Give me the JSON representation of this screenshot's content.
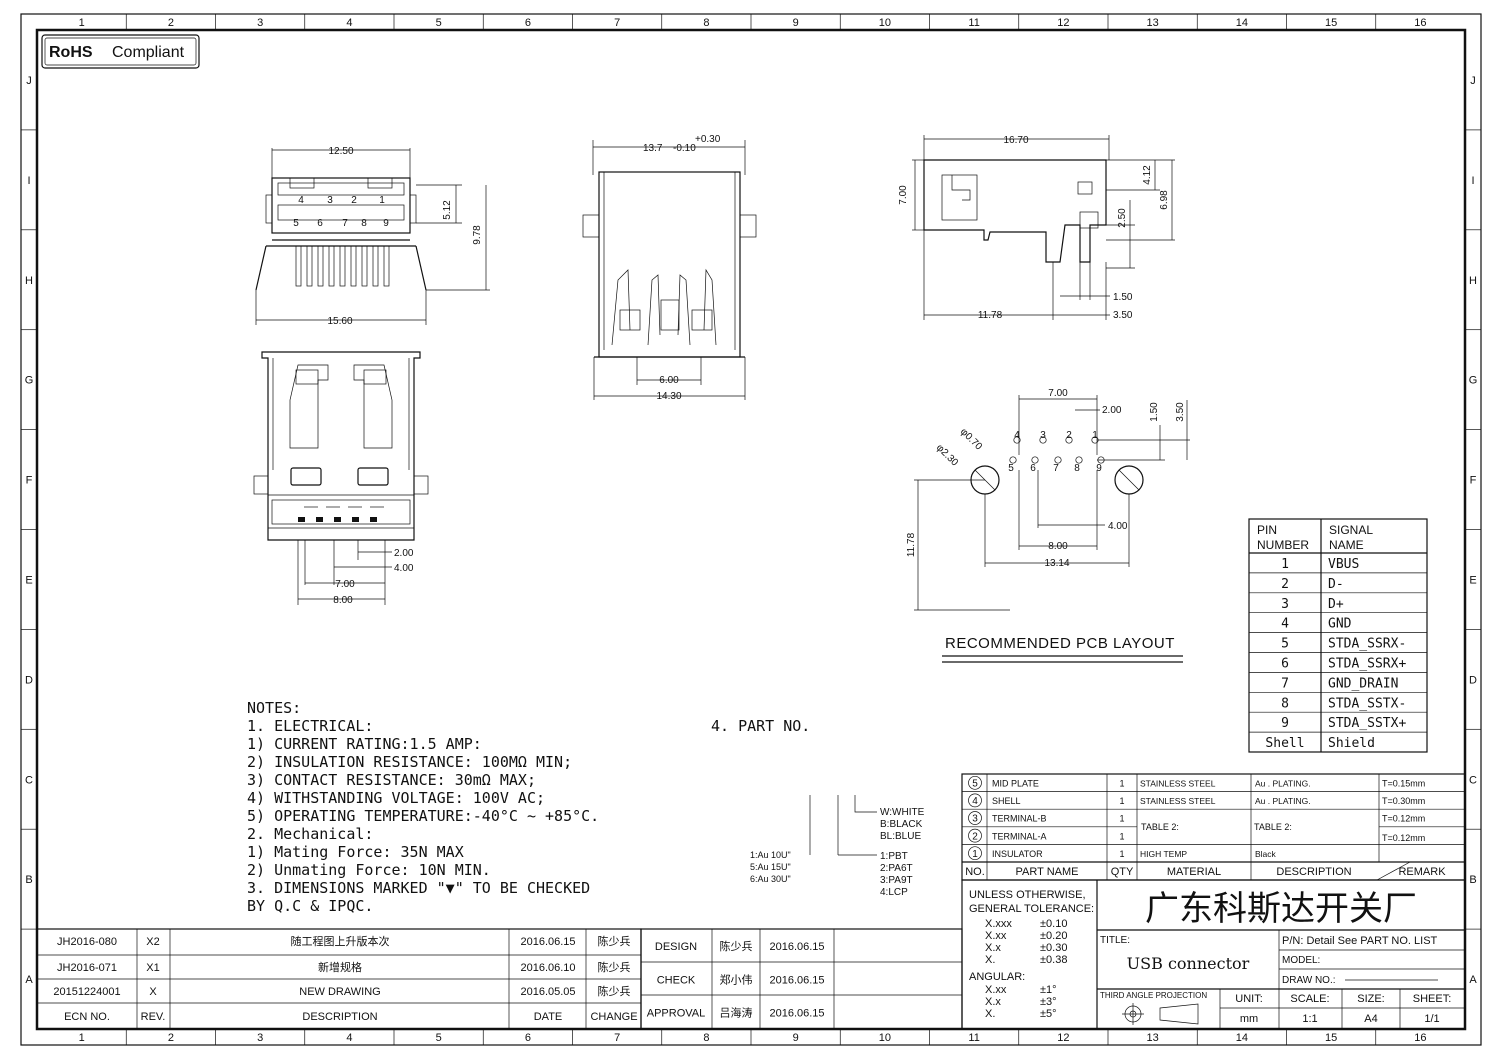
{
  "badge": "RoHS Compliant",
  "badge_bold": "RoHS",
  "badge_rest": "Compliant",
  "grid": {
    "cols": [
      "1",
      "2",
      "3",
      "4",
      "5",
      "6",
      "7",
      "8",
      "9",
      "10",
      "11",
      "12",
      "13",
      "14",
      "15",
      "16"
    ],
    "rows": [
      "J",
      "I",
      "H",
      "G",
      "F",
      "E",
      "D",
      "C",
      "B",
      "A"
    ]
  },
  "dims": {
    "front_top": "12.50",
    "front_h1": "5.12",
    "front_h2": "9.78",
    "front_w": "15.60",
    "front_pins_top": [
      "4",
      "3",
      "2",
      "1"
    ],
    "front_pins_bot": [
      "5",
      "6",
      "7",
      "8",
      "9"
    ],
    "side_tol_plus": "+0.30",
    "side_w": "13.7",
    "side_tol_minus": "-0.10",
    "side_inner": "6.00",
    "side_w2": "14.30",
    "right_w": "16.70",
    "right_h1": "7.00",
    "right_h2": "4.12",
    "right_h3": "6.98",
    "right_h4": "2.50",
    "right_d1": "1.50",
    "right_d2": "11.78",
    "right_d3": "3.50",
    "bot_d1": "2.00",
    "bot_d2": "4.00",
    "bot_d3": "7.00",
    "bot_d4": "8.00"
  },
  "pcb": {
    "title": "RECOMMENDED PCB LAYOUT",
    "d_top": "7.00",
    "d_200": "2.00",
    "d_150": "1.50",
    "d_350": "3.50",
    "phi070": "φ0.70",
    "phi230": "φ2.30",
    "pins_top": [
      "4",
      "3",
      "2",
      "1"
    ],
    "pins_bot": [
      "5",
      "6",
      "7",
      "8",
      "9"
    ],
    "d_400": "4.00",
    "d_800": "8.00",
    "d_1314": "13.14",
    "d_1178": "11.78"
  },
  "pin_table": {
    "h1a": "PIN",
    "h1b": "NUMBER",
    "h2a": "SIGNAL",
    "h2b": "NAME",
    "rows": [
      [
        "1",
        "VBUS"
      ],
      [
        "2",
        "D-"
      ],
      [
        "3",
        "D+"
      ],
      [
        "4",
        "GND"
      ],
      [
        "5",
        "STDA_SSRX-"
      ],
      [
        "6",
        "STDA_SSRX+"
      ],
      [
        "7",
        "GND_DRAIN"
      ],
      [
        "8",
        "STDA_SSTX-"
      ],
      [
        "9",
        "STDA_SSTX+"
      ],
      [
        "Shell",
        "Shield"
      ]
    ]
  },
  "notes": {
    "heading": "NOTES:",
    "lines": [
      "1. ELECTRICAL:",
      "   1) CURRENT RATING:1.5 AMP:",
      "   2) INSULATION RESISTANCE: 100MΩ MIN;",
      "   3) CONTACT RESISTANCE: 30mΩ MAX;",
      "   4) WITHSTANDING VOLTAGE: 100V AC;",
      "   5) OPERATING TEMPERATURE:-40°C ~ +85°C.",
      "2. Mechanical:",
      "   1) Mating Force: 35N  MAX",
      "   2) Unmating Force: 10N  MIN.",
      "3. DIMENSIONS MARKED \"▼\" TO BE CHECKED",
      "   BY Q.C & IPQC."
    ],
    "part_no": "4. PART NO.",
    "color_opts": [
      "W:WHITE",
      "B:BLACK",
      "BL:BLUE"
    ],
    "plating_opts": [
      "1:Au 10U\"",
      "5:Au 15U\"",
      "6:Au 30U\""
    ],
    "material_opts": [
      "1:PBT",
      "2:PA6T",
      "3:PA9T",
      "4:LCP"
    ]
  },
  "bom": {
    "rows": [
      [
        "5",
        "MID PLATE",
        "1",
        "STAINLESS STEEL",
        "Au . PLATING.",
        "T=0.15mm"
      ],
      [
        "4",
        "SHELL",
        "1",
        "STAINLESS STEEL",
        "Au . PLATING.",
        "T=0.30mm"
      ],
      [
        "3",
        "TERMINAL-B",
        "1",
        "",
        "",
        "T=0.12mm"
      ],
      [
        "2",
        "TERMINAL-A",
        "1",
        "",
        "",
        "T=0.12mm"
      ],
      [
        "1",
        "INSULATOR",
        "1",
        "HIGH TEMP",
        "Black",
        ""
      ]
    ],
    "table2_a": "TABLE 2:",
    "table2_b": "TABLE 2:",
    "header": [
      "NO.",
      "PART NAME",
      "QTY",
      "MATERIAL",
      "DESCRIPTION",
      "REMARK"
    ]
  },
  "tolerance": {
    "title1": "UNLESS OTHERWISE,",
    "title2": "GENERAL TOLERANCE:",
    "rows": [
      [
        "X.xxx",
        "±0.10"
      ],
      [
        "X.xx",
        "±0.20"
      ],
      [
        "X.x",
        "±0.30"
      ],
      [
        "X.",
        "±0.38"
      ]
    ],
    "angular": "ANGULAR:",
    "arows": [
      [
        "X.xx",
        "±1°"
      ],
      [
        "X.x",
        "±3°"
      ],
      [
        "X.",
        "±5°"
      ]
    ]
  },
  "company": "广东科斯达开关厂",
  "title_label": "TITLE:",
  "title_value": "USB connector",
  "pn": "P/N: Detail  See  PART  NO.  LIST",
  "model": "MODEL:",
  "drawno": "DRAW  NO.:",
  "projection": "THIRD ANGLE PROJECTION",
  "unit_label": "UNIT:",
  "unit": "mm",
  "scale_label": "SCALE:",
  "scale": "1:1",
  "size_label": "SIZE:",
  "size": "A4",
  "sheet_label": "SHEET:",
  "sheet": "1/1",
  "revisions": [
    [
      "JH2016-080",
      "X2",
      "随工程图上升版本次",
      "2016.06.15",
      "陈少兵"
    ],
    [
      "JH2016-071",
      "X1",
      "新增规格",
      "2016.06.10",
      "陈少兵"
    ],
    [
      "20151224001",
      "X",
      "NEW DRAWING",
      "2016.05.05",
      "陈少兵"
    ]
  ],
  "rev_header": [
    "ECN  NO.",
    "REV.",
    "DESCRIPTION",
    "DATE",
    "CHANGE"
  ],
  "sign": [
    [
      "DESIGN",
      "陈少兵",
      "2016.06.15"
    ],
    [
      "CHECK",
      "郑小伟",
      "2016.06.15"
    ],
    [
      "APPROVAL",
      "吕海涛",
      "2016.06.15"
    ]
  ]
}
